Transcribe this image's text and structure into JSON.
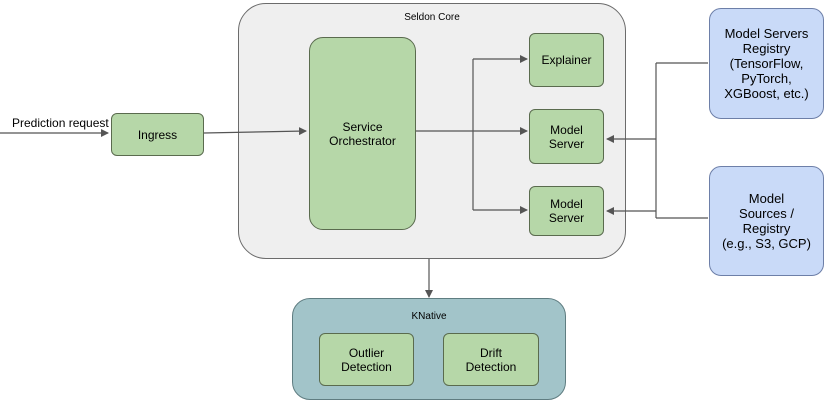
{
  "input": {
    "label": "Prediction request"
  },
  "ingress": {
    "label": "Ingress"
  },
  "seldon_core": {
    "title": "Seldon Core",
    "orchestrator": "Service\nOrchestrator",
    "explainer": "Explainer",
    "model_server_1": "Model\nServer",
    "model_server_2": "Model\nServer"
  },
  "registries": {
    "model_servers": "Model Servers\nRegistry\n(TensorFlow,\nPyTorch,\nXGBoost, etc.)",
    "model_sources": "Model\nSources /\nRegistry\n(e.g., S3, GCP)"
  },
  "knative": {
    "title": "KNative",
    "outlier": "Outlier\nDetection",
    "drift": "Drift\nDetection"
  },
  "colors": {
    "node_green": "#b6d7a8",
    "registry_blue": "#c9daf8",
    "seldon_bg": "#efefef",
    "knative_bg": "#a2c4c9"
  }
}
